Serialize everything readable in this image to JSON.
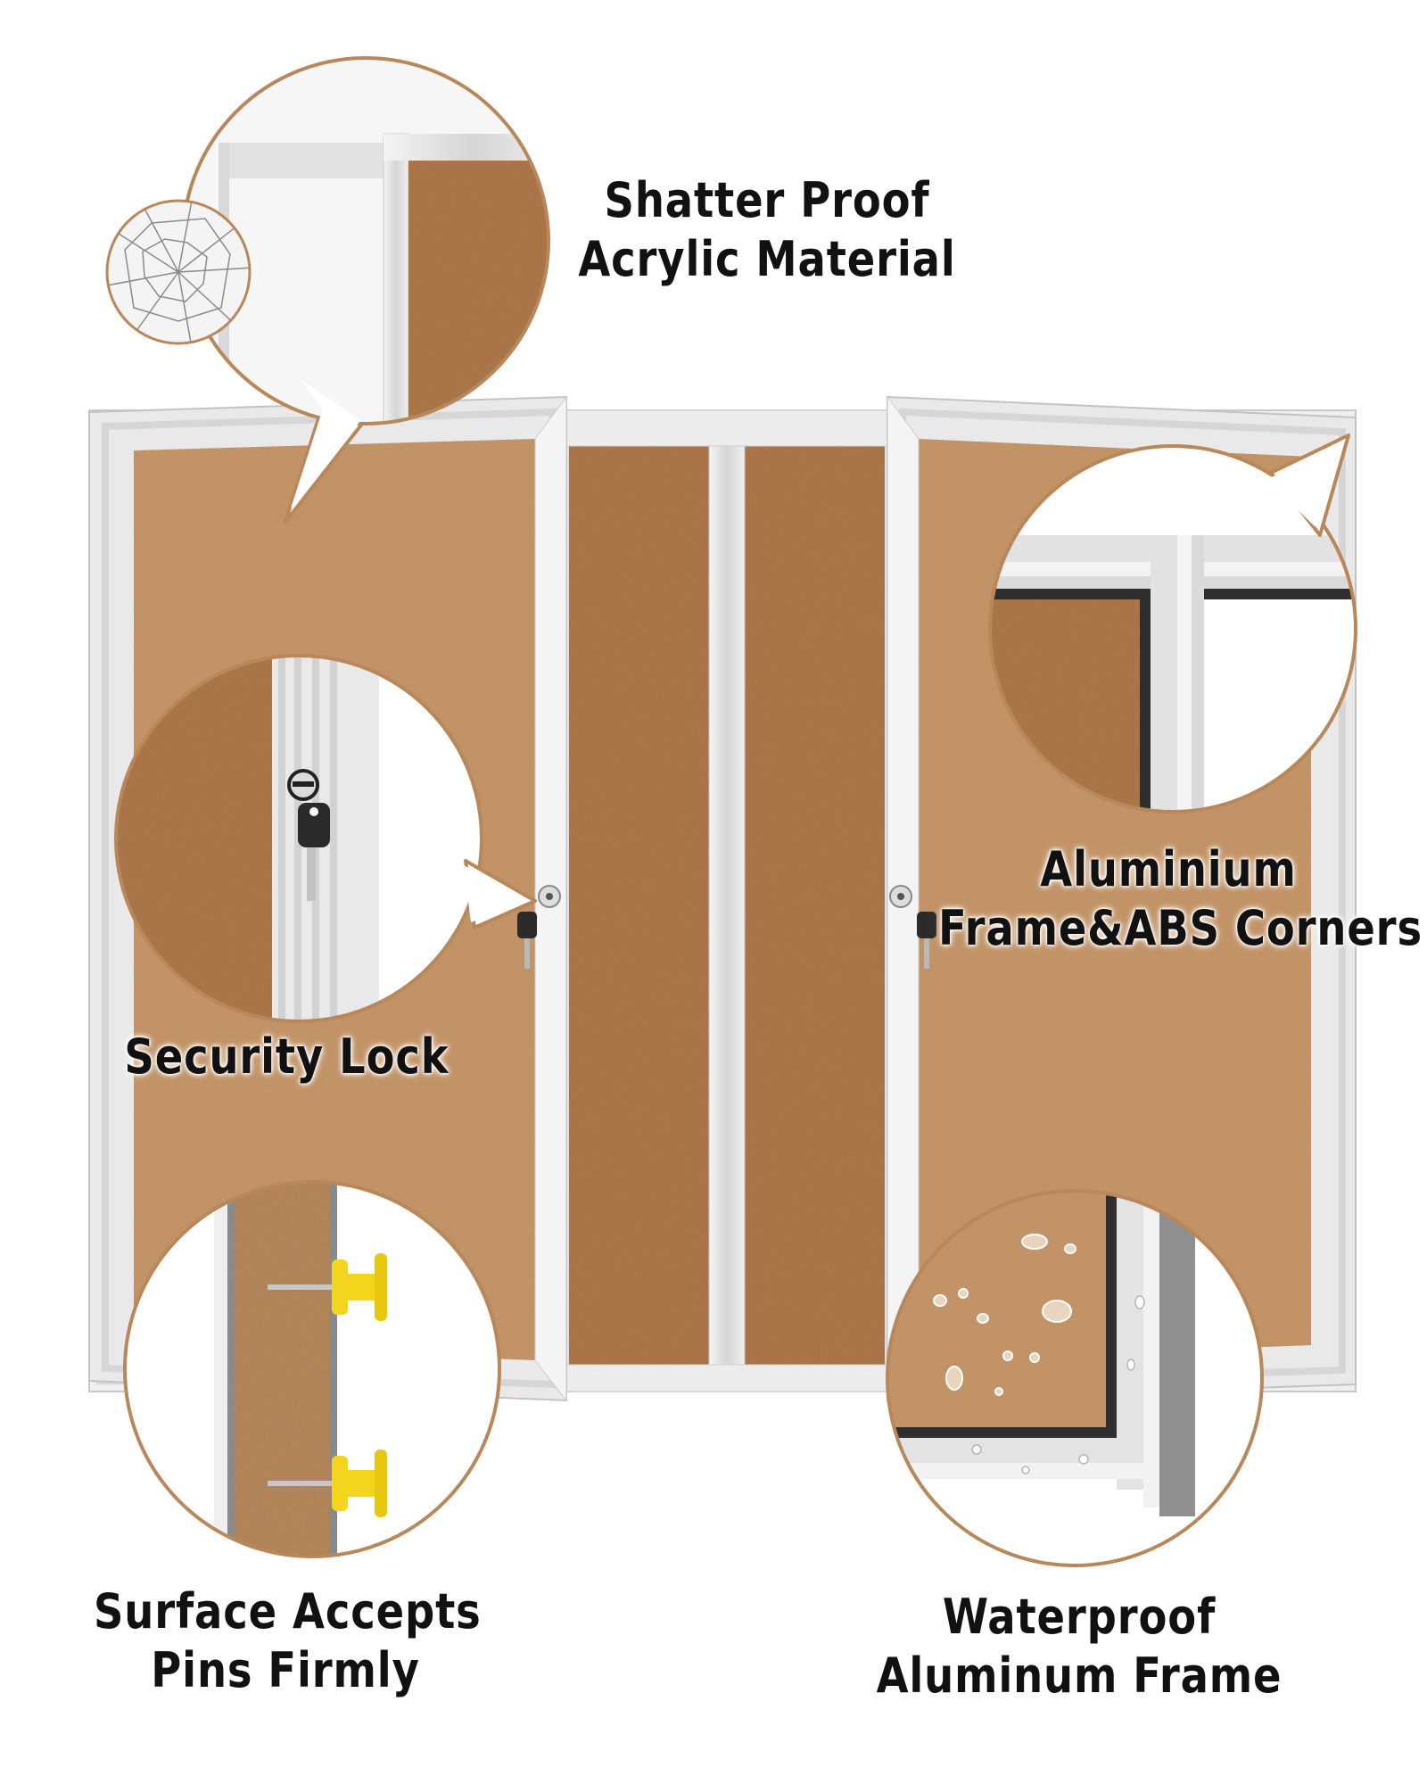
{
  "features": {
    "shatter_proof": {
      "line1": "Shatter Proof",
      "line2": "Acrylic Material"
    },
    "aluminium_frame": {
      "line1": "Aluminium",
      "line2": "Frame&ABS Corners"
    },
    "security_lock": {
      "line1": "Security Lock"
    },
    "pins": {
      "line1": "Surface Accepts",
      "line2": "Pins Firmly"
    },
    "waterproof": {
      "line1": "Waterproof",
      "line2": "Aluminum Frame"
    }
  },
  "colors": {
    "cork_light": "#c9996b",
    "cork_dark": "#b07a4c",
    "frame_silver": "#dcdcdc",
    "callout_border": "#b8875a",
    "pushpin_yellow": "#f2d51c",
    "text": "#111111"
  }
}
